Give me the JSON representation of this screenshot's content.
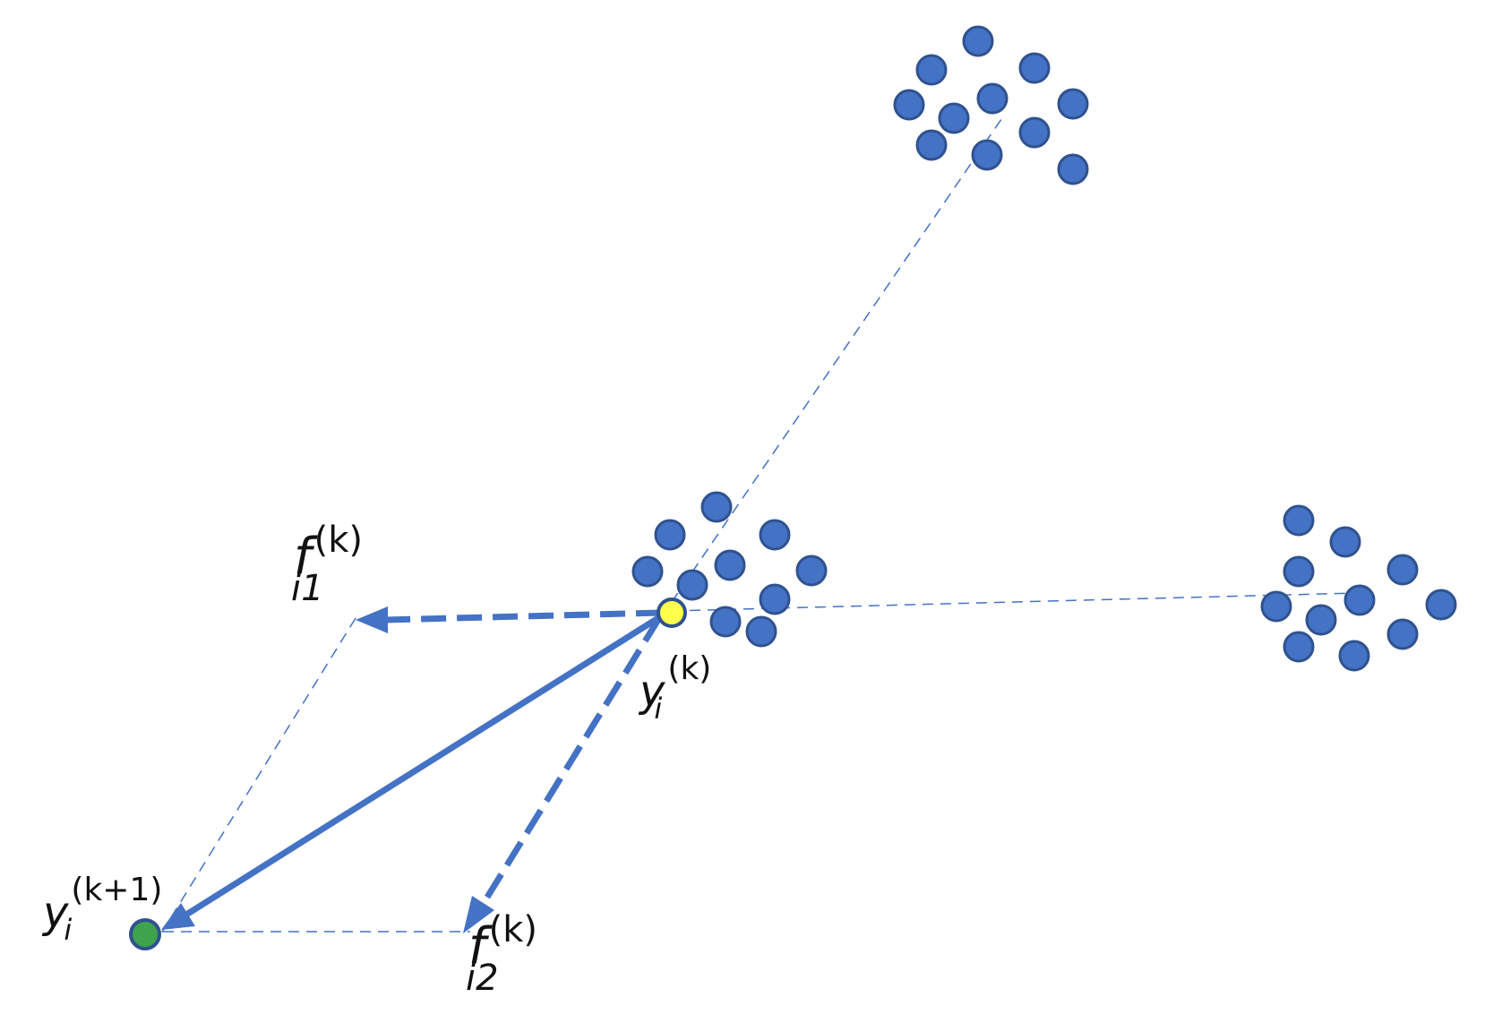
{
  "colors": {
    "point_fill": "#4472C4",
    "point_stroke": "#2F528F",
    "current_point_fill": "#FFFF4D",
    "next_point_fill": "#3FA34D",
    "line": "#4472C4",
    "text": "#111111",
    "background": "#FFFFFF"
  },
  "labels": {
    "f_i1": {
      "base": "f",
      "sub": "i1",
      "sup": "(k)"
    },
    "f_i2": {
      "base": "f",
      "sub": "i2",
      "sup": "(k)"
    },
    "y_i_k": {
      "base": "y",
      "sub": "i",
      "sup": "(k)"
    },
    "y_i_k1": {
      "base": "y",
      "sub": "i",
      "sup": "(k+1)"
    }
  }
}
